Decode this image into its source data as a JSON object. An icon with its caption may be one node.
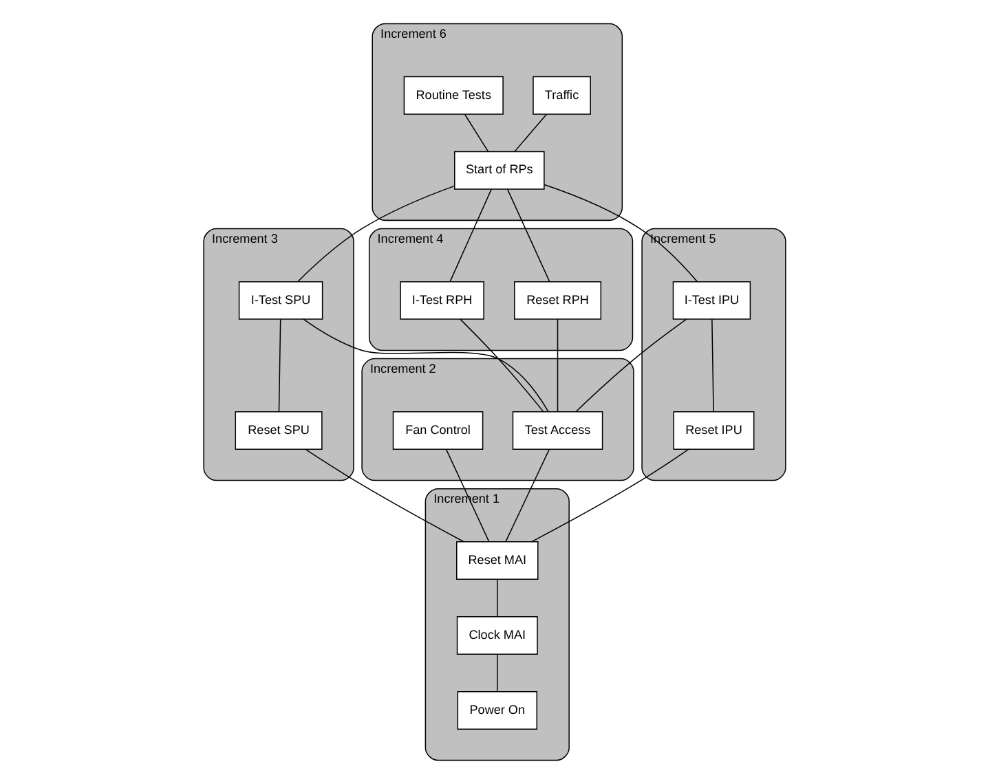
{
  "diagram": {
    "nodes": [
      {
        "text": [
          "Increment 6"
        ]
      },
      {
        "text": [
          "Traffic"
        ],
        "in": 0
      },
      {
        "text": [
          "Routine Tests"
        ],
        "in": 0
      },
      {
        "text": [
          "Start of RPs"
        ],
        "in": 0
      },
      {
        "text": [
          "Increment 3"
        ]
      },
      {
        "text": [
          "I-Test SPU"
        ],
        "in": 4
      },
      {
        "text": [
          "Reset SPU"
        ],
        "in": 4
      },
      {
        "text": [
          "Increment 4"
        ]
      },
      {
        "text": [
          "Reset RPH"
        ],
        "in": 7
      },
      {
        "text": [
          "I-Test RPH"
        ],
        "in": 7
      },
      {
        "text": [
          "Increment 5"
        ]
      },
      {
        "text": [
          "I-Test IPU"
        ],
        "in": 10
      },
      {
        "text": [
          "Reset IPU"
        ],
        "in": 10
      },
      {
        "text": [
          "Increment 2"
        ]
      },
      {
        "text": [
          "Test Access"
        ],
        "in": 13
      },
      {
        "text": [
          "Fan Control"
        ],
        "in": 13
      },
      {
        "text": [
          "Increment 1"
        ]
      },
      {
        "text": [
          "Reset MAI"
        ],
        "in": 16
      },
      {
        "text": [
          "Clock MAI"
        ],
        "in": 16
      },
      {
        "text": [
          "Power On"
        ],
        "in": 16
      }
    ],
    "edges": [
      {
        "from": 1,
        "to": 3,
        "arrow": "none"
      },
      {
        "from": 2,
        "to": 3,
        "arrow": "none"
      },
      {
        "from": 3,
        "to": 5,
        "arrow": "none"
      },
      {
        "from": 3,
        "to": 8,
        "arrow": "none"
      },
      {
        "from": 3,
        "to": 9,
        "arrow": "none"
      },
      {
        "from": 3,
        "to": 11,
        "arrow": "none"
      },
      {
        "from": 5,
        "to": 6,
        "arrow": "none"
      },
      {
        "from": 5,
        "to": 14,
        "arrow": "none"
      },
      {
        "from": 8,
        "to": 14,
        "arrow": "none"
      },
      {
        "from": 9,
        "to": 14,
        "arrow": "none"
      },
      {
        "from": 11,
        "to": 14,
        "arrow": "none"
      },
      {
        "from": 11,
        "to": 12,
        "arrow": "none"
      },
      {
        "from": 6,
        "to": 17,
        "arrow": "none"
      },
      {
        "from": 15,
        "to": 17,
        "arrow": "none"
      },
      {
        "from": 14,
        "to": 17,
        "arrow": "none"
      },
      {
        "from": 12,
        "to": 17,
        "arrow": "none"
      },
      {
        "from": 17,
        "to": 18,
        "arrow": "none"
      },
      {
        "from": 18,
        "to": 19,
        "arrow": "none"
      }
    ]
  }
}
